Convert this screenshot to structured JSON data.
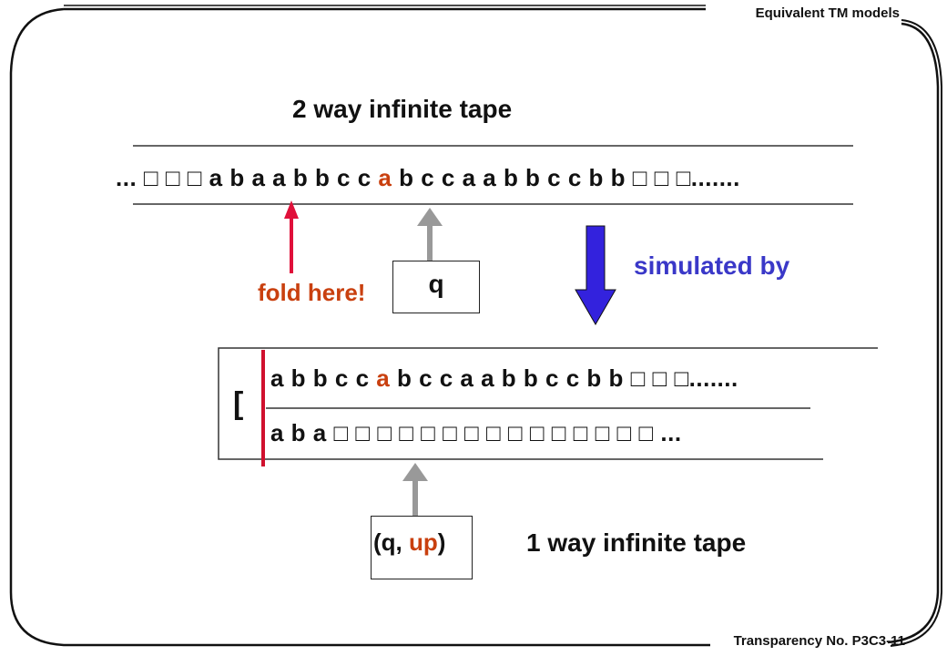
{
  "header": "Equivalent TM models",
  "footer": "Transparency No. P3C3-11",
  "top_title": "2 way infinite tape",
  "top_tape": {
    "before": "... □ □ □ a b a a b b c c ",
    "highlight": "a",
    "after": " b c c a a b b c c b b □ □ □......."
  },
  "head_state": "q",
  "fold_label": "fold here!",
  "simulated_label": "simulated by",
  "bracket": "[",
  "lower_tape_1": {
    "before": "a b b c c  ",
    "highlight": "a",
    "after": "  b  c  c  a a  b  b  c c b  b □ □ □......."
  },
  "lower_tape_2": "a b a □  □  □  □  □  □  □  □  □   □  □  □ □  □ □ ...",
  "lower_head": {
    "open": "(q, ",
    "dir": "up",
    "close": ")"
  },
  "one_way_label": "1 way infinite tape",
  "colors": {
    "highlight": "#c9400f",
    "simulated": "#3a38c8",
    "fold_arrow": "#e0103a",
    "down_arrow": "#3322dd",
    "head_arrow": "#999999"
  }
}
